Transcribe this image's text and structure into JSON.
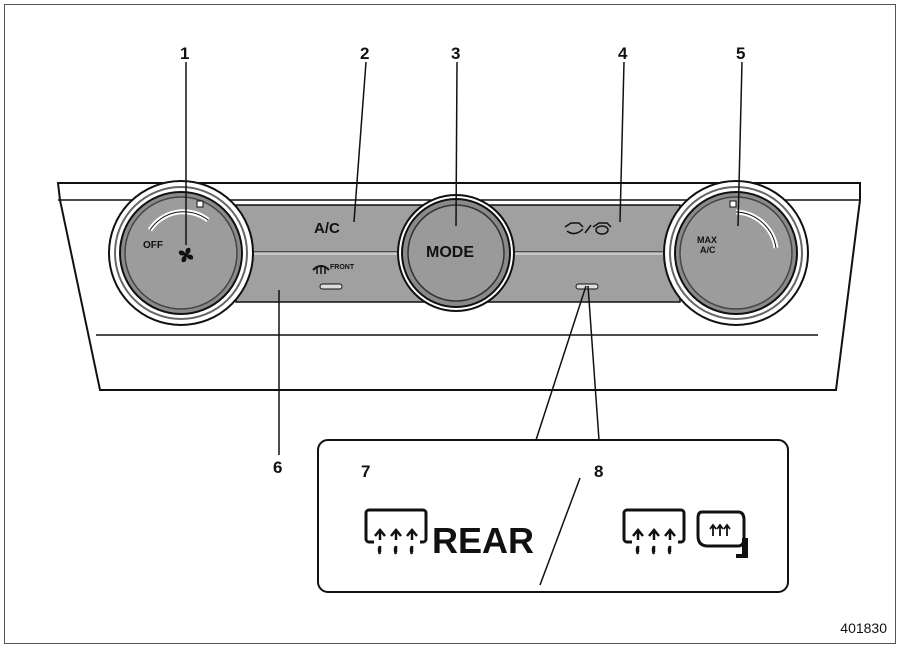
{
  "callouts": {
    "c1": "1",
    "c2": "2",
    "c3": "3",
    "c4": "4",
    "c5": "5",
    "c6": "6",
    "c7": "7",
    "c8": "8"
  },
  "panel": {
    "ac_label": "A/C",
    "mode_label": "MODE",
    "off_label": "OFF",
    "front_label": "FRONT",
    "max_label": "MAX",
    "max_ac_label": "A/C"
  },
  "inset": {
    "rear_label": "REAR"
  },
  "figure_id": "401830",
  "icons": [
    "fan-icon",
    "front-defroster-icon",
    "air-recirculation-icon",
    "rear-defroster-icon",
    "mirror-heater-icon"
  ],
  "colors": {
    "panel_gray": "#a0a0a0",
    "knob_gray": "#8a8a8a",
    "outline": "#111111",
    "background": "#ffffff"
  }
}
